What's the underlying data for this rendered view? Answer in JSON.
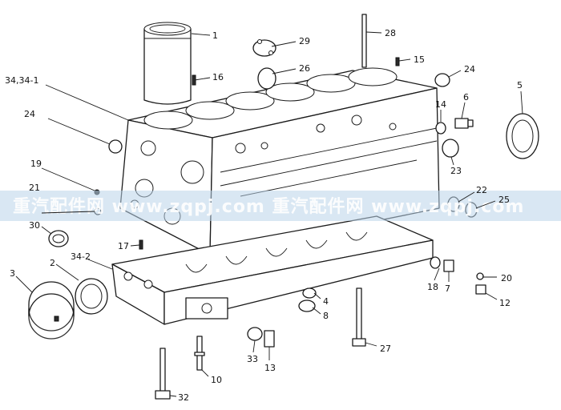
{
  "watermark": {
    "text": "重汽配件网 www.zqpj.com 重汽配件网 www.zqpj.com"
  },
  "callouts": [
    {
      "id": "c1",
      "text": "1"
    },
    {
      "id": "c2",
      "text": "2"
    },
    {
      "id": "c3",
      "text": "3"
    },
    {
      "id": "c4",
      "text": "4"
    },
    {
      "id": "c5",
      "text": "5"
    },
    {
      "id": "c6",
      "text": "6"
    },
    {
      "id": "c7",
      "text": "7"
    },
    {
      "id": "c8",
      "text": "8"
    },
    {
      "id": "c10",
      "text": "10"
    },
    {
      "id": "c12",
      "text": "12"
    },
    {
      "id": "c13",
      "text": "13"
    },
    {
      "id": "c14",
      "text": "14"
    },
    {
      "id": "c15",
      "text": "15"
    },
    {
      "id": "c16",
      "text": "16"
    },
    {
      "id": "c17",
      "text": "17"
    },
    {
      "id": "c18",
      "text": "18"
    },
    {
      "id": "c19",
      "text": "19"
    },
    {
      "id": "c20",
      "text": "20"
    },
    {
      "id": "c21",
      "text": "21"
    },
    {
      "id": "c22",
      "text": "22"
    },
    {
      "id": "c23",
      "text": "23"
    },
    {
      "id": "c24a",
      "text": "24"
    },
    {
      "id": "c24b",
      "text": "24"
    },
    {
      "id": "c25",
      "text": "25"
    },
    {
      "id": "c26",
      "text": "26"
    },
    {
      "id": "c27",
      "text": "27"
    },
    {
      "id": "c28",
      "text": "28"
    },
    {
      "id": "c29",
      "text": "29"
    },
    {
      "id": "c30",
      "text": "30"
    },
    {
      "id": "c32",
      "text": "32"
    },
    {
      "id": "c33",
      "text": "33"
    },
    {
      "id": "c34",
      "text": "34,34-1"
    },
    {
      "id": "c34b",
      "text": "34-2"
    }
  ]
}
